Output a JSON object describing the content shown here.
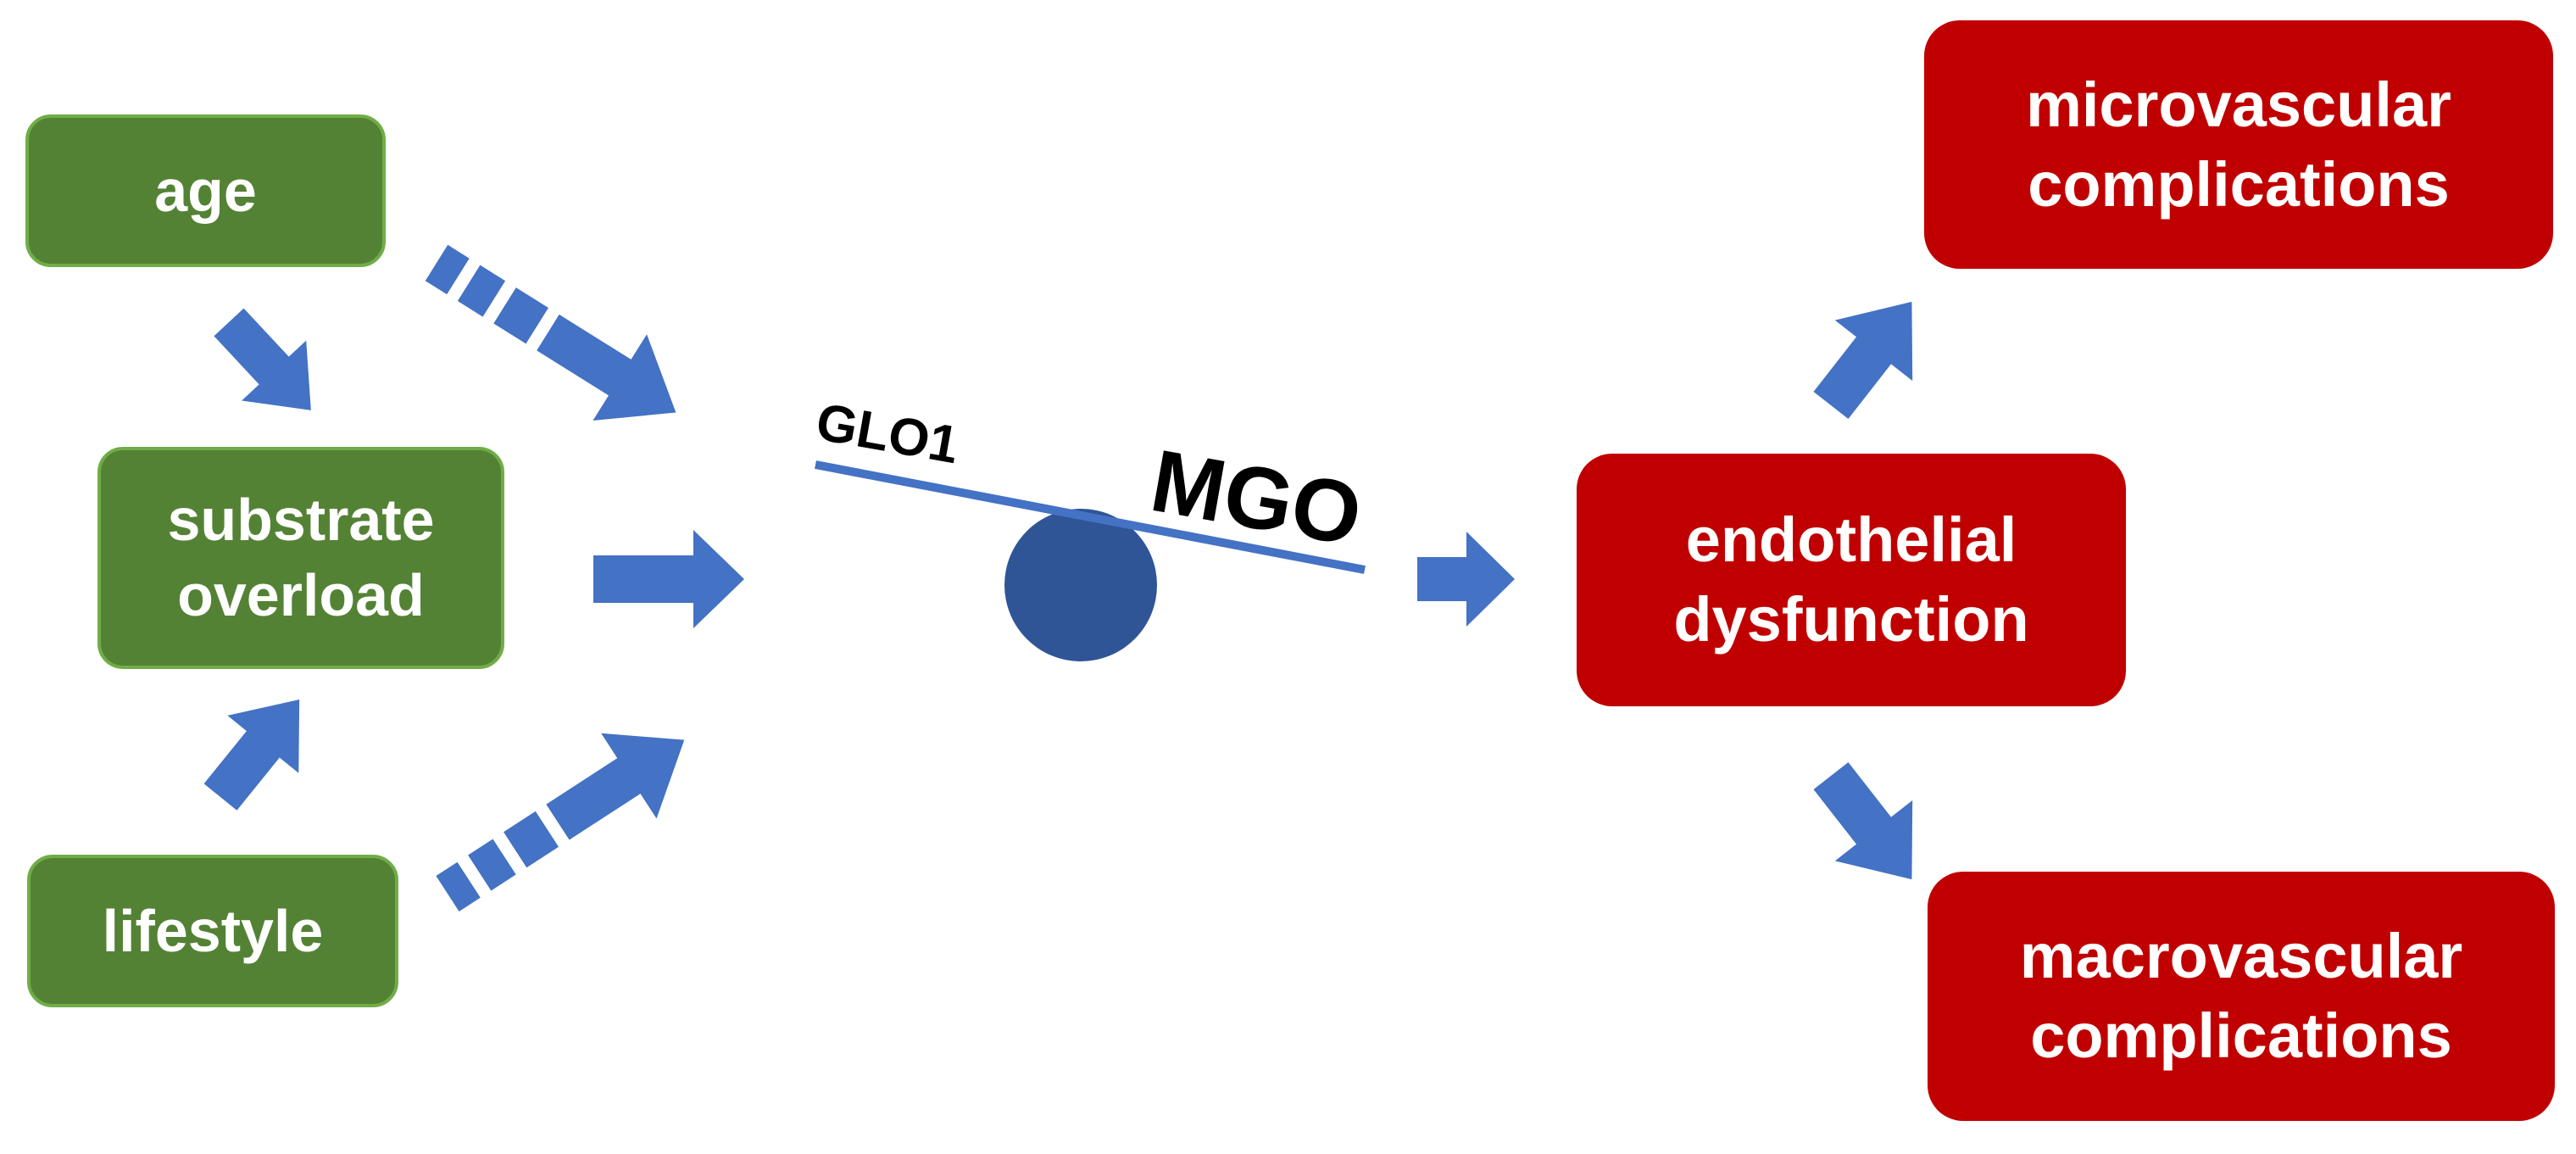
{
  "nodes": {
    "age": "age",
    "substrate_overload": "substrate\noverload",
    "lifestyle": "lifestyle",
    "endothelial_dysfunction": "endothelial\ndysfunction",
    "microvascular_complications": "microvascular\ncomplications",
    "macrovascular_complications": "macrovascular\ncomplications"
  },
  "balance": {
    "left_label": "GLO1",
    "right_label": "MGO"
  },
  "colors": {
    "risk_factor_fill": "#548235",
    "risk_factor_border": "#70ad47",
    "outcome_fill": "#c00000",
    "arrow": "#4472c4",
    "fulcrum": "#2f5597"
  }
}
